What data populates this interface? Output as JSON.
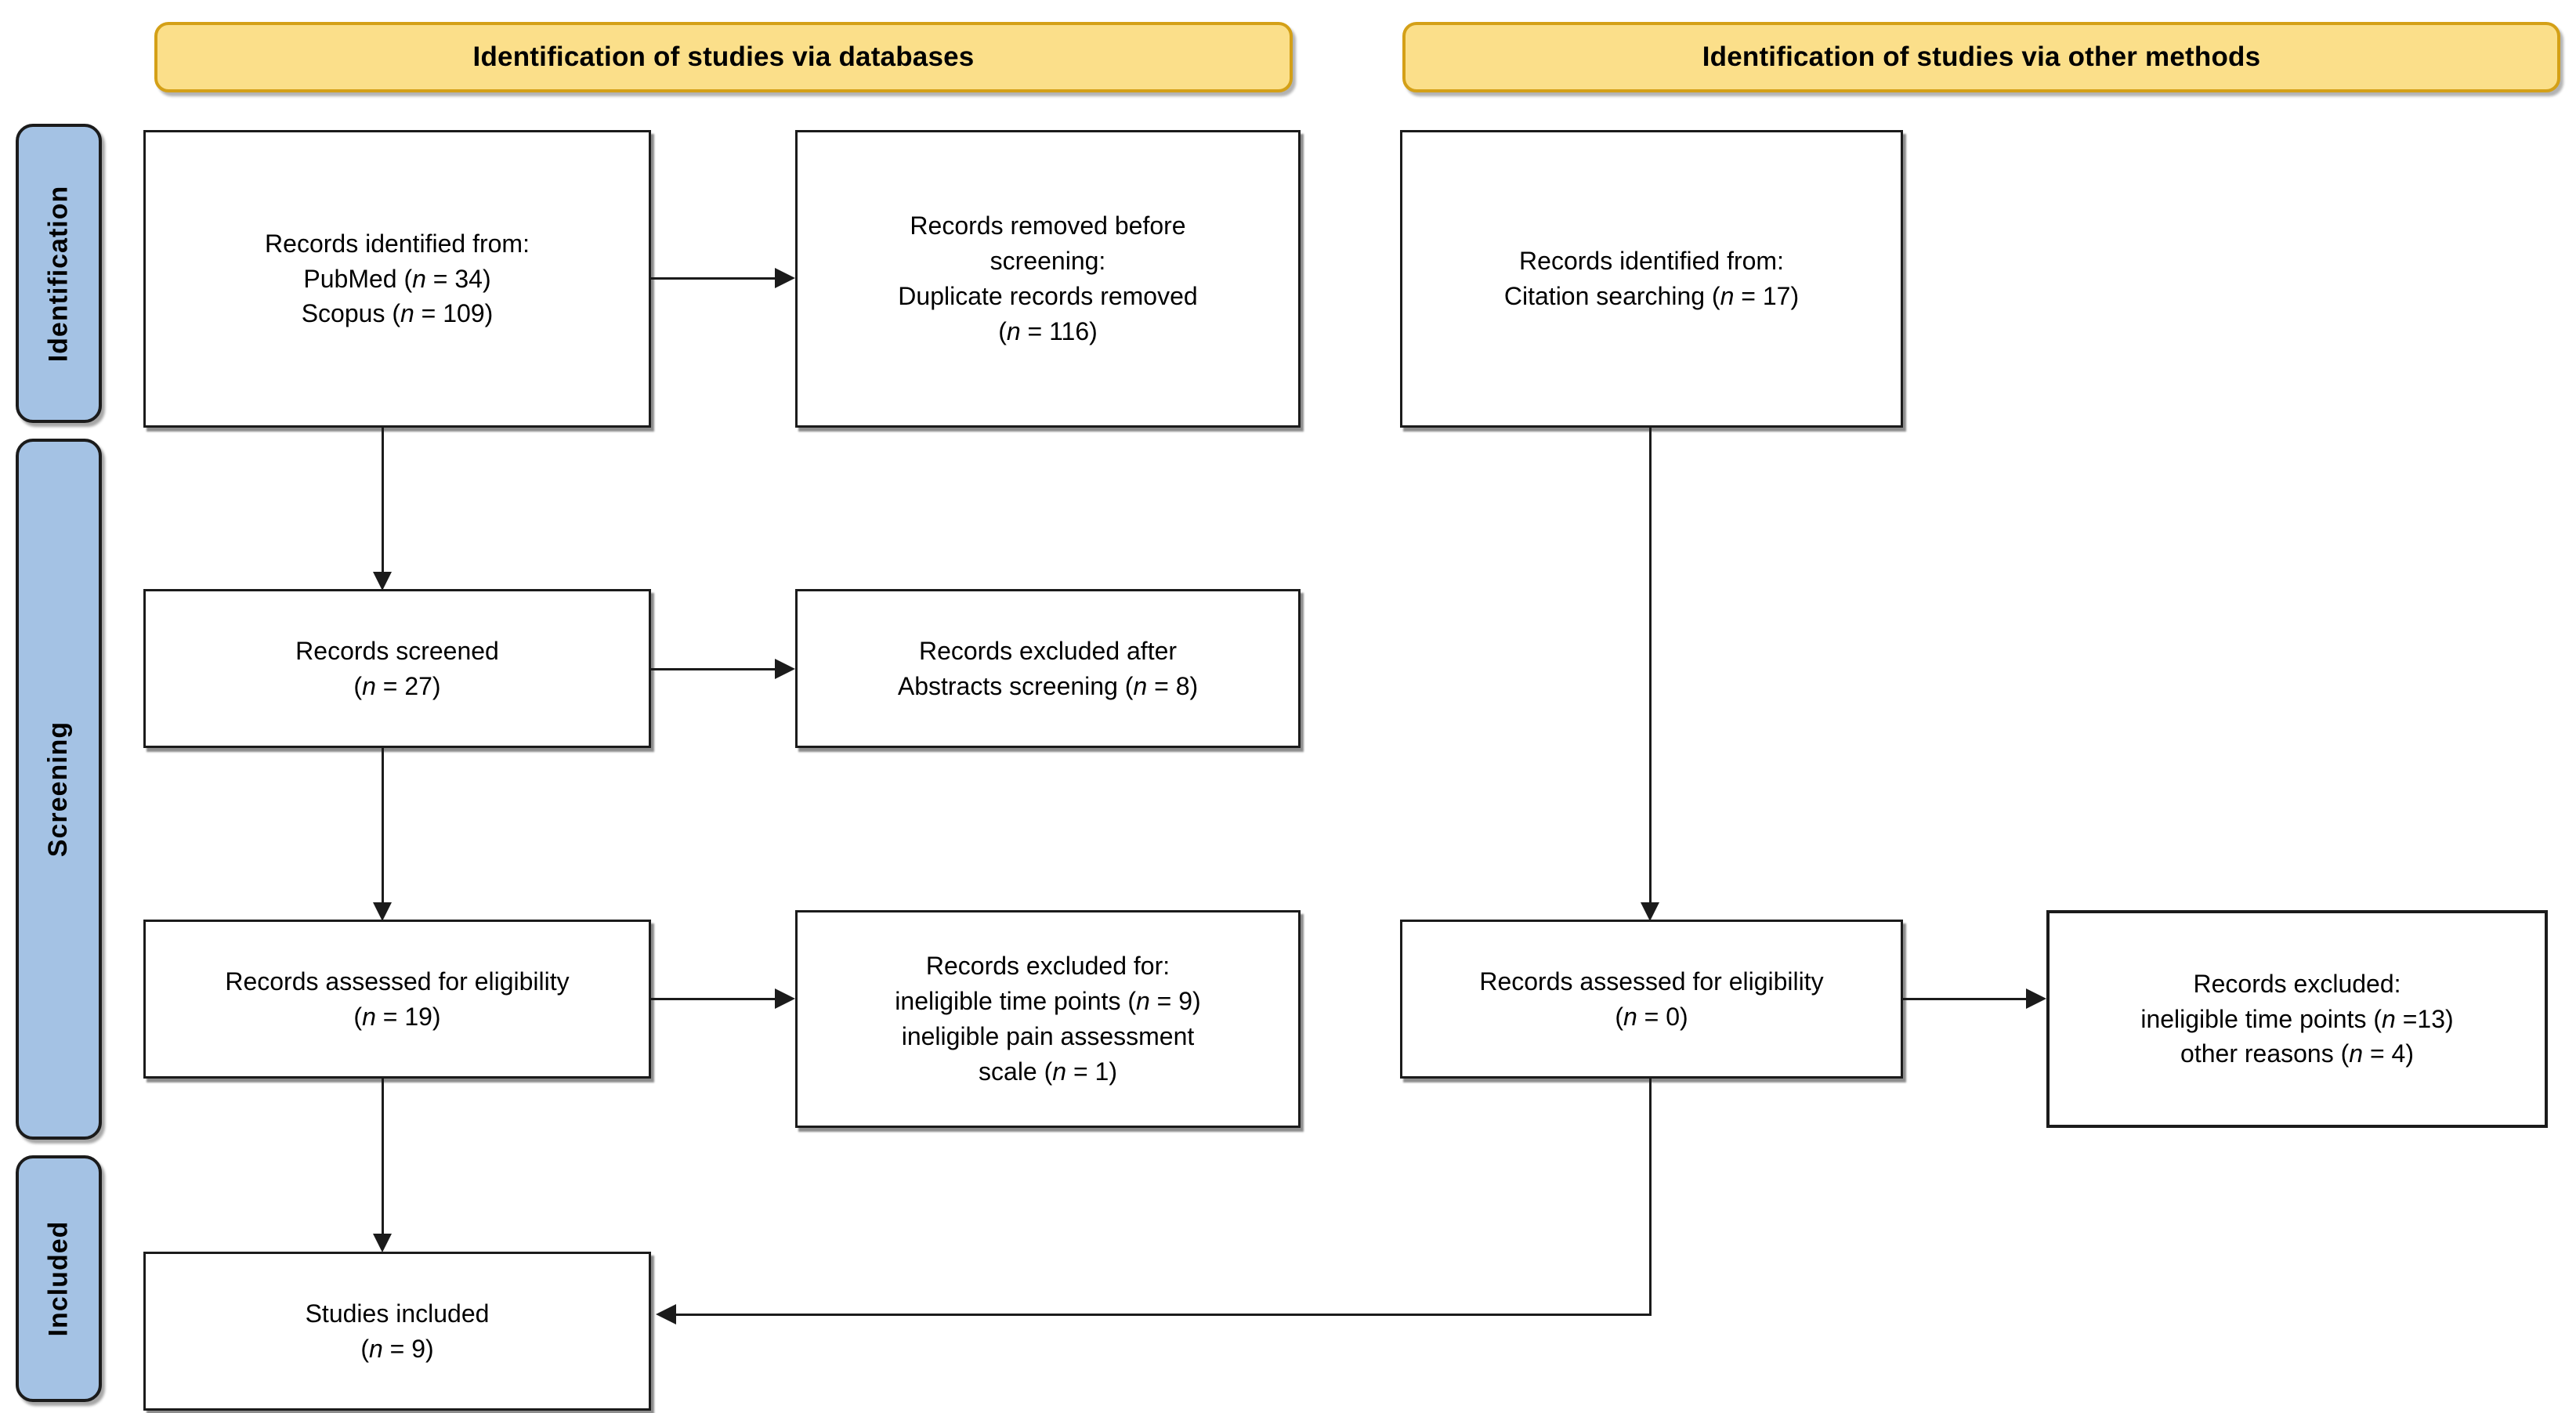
{
  "diagram": {
    "title": "PRISMA 2020 flow diagram",
    "colors": {
      "header_fill": "#fbdf8a",
      "header_border": "#d4a017",
      "stage_fill": "#a4c2e4",
      "stage_border": "#1b1b1b",
      "box_border": "#1b1b1b",
      "background": "#ffffff"
    }
  },
  "headers": {
    "databases": "Identification of studies via databases",
    "other_methods": "Identification of studies via other methods"
  },
  "stages": {
    "identification": "Identification",
    "screening": "Screening",
    "included": "Included"
  },
  "boxes": {
    "records_identified_db": {
      "line1": "Records identified from:",
      "line2_label": "PubMed (",
      "line2_n": "n",
      "line2_value": " = 34)",
      "line3_label": "Scopus (",
      "line3_n": "n",
      "line3_value": " = 109)"
    },
    "records_removed": {
      "line1": "Records removed before",
      "line2": "screening:",
      "line3": "Duplicate records removed",
      "line4_open": "(",
      "line4_n": "n",
      "line4_value": " = 116)"
    },
    "records_identified_other": {
      "line1": "Records identified from:",
      "line2_label": "Citation searching (",
      "line2_n": "n",
      "line2_value": " = 17)"
    },
    "records_screened": {
      "line1": "Records screened",
      "line2_open": "(",
      "line2_n": "n",
      "line2_value": " = 27)"
    },
    "records_excluded_abstracts": {
      "line1": "Records excluded after",
      "line2_label": "Abstracts screening (",
      "line2_n": "n",
      "line2_value": " = 8)"
    },
    "eligibility_db": {
      "line1": "Records assessed for eligibility",
      "line2_open": "(",
      "line2_n": "n",
      "line2_value": " = 19)"
    },
    "excluded_db": {
      "line1": "Records excluded for:",
      "line2_label": "ineligible time points (",
      "line2_n": "n",
      "line2_value": " = 9)",
      "line3": "ineligible pain assessment",
      "line4_label": "scale (",
      "line4_n": "n",
      "line4_value": " = 1)"
    },
    "eligibility_other": {
      "line1": "Records assessed for eligibility",
      "line2_open": "(",
      "line2_n": "n",
      "line2_value": " = 0)"
    },
    "excluded_other": {
      "line1": "Records excluded:",
      "line2_label": "ineligible time points (",
      "line2_n": "n",
      "line2_value": " =13)",
      "line3_label": "other reasons (",
      "line3_n": "n",
      "line3_value": " = 4)"
    },
    "studies_included": {
      "line1": "Studies included",
      "line2_open": "(",
      "line2_n": "n",
      "line2_value": " = 9)"
    }
  },
  "counts": {
    "pubmed": 34,
    "scopus": 109,
    "duplicates_removed": 116,
    "citation_searching": 17,
    "records_screened": 27,
    "excluded_abstracts": 8,
    "assessed_eligibility_db": 19,
    "excluded_ineligible_time_points_db": 9,
    "excluded_ineligible_pain_scale_db": 1,
    "assessed_eligibility_other": 0,
    "excluded_ineligible_time_points_other": 13,
    "excluded_other_reasons": 4,
    "studies_included": 9
  }
}
